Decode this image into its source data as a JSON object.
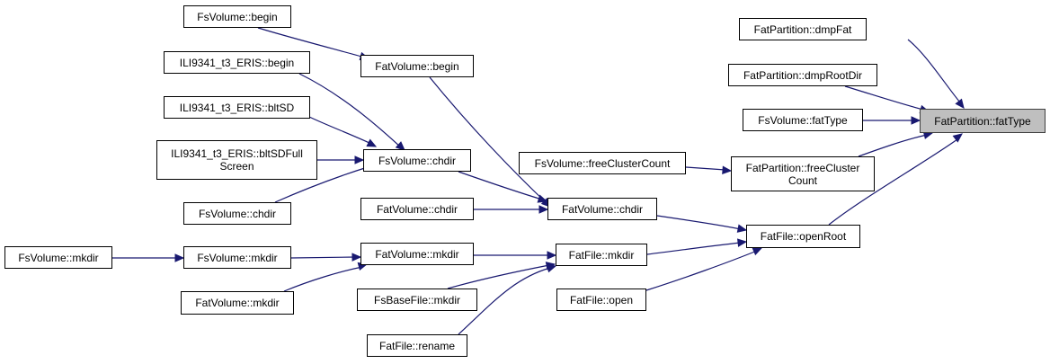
{
  "graph": {
    "edge_color": "#191970",
    "root_fill": "#bfbfbf",
    "nodes": {
      "fs_begin": "FsVolume::begin",
      "ili_begin": "ILI9341_t3_ERIS::begin",
      "ili_bltsd": "ILI9341_t3_ERIS::bltSD",
      "ili_bltsdfull": "ILI9341_t3_ERIS::bltSDFull\nScreen",
      "fs_chdir_left": "FsVolume::chdir",
      "fs_mkdir_left": "FsVolume::mkdir",
      "fs_mkdir_mid": "FsVolume::mkdir",
      "fatvol_mkdir_left": "FatVolume::mkdir",
      "fatvol_begin": "FatVolume::begin",
      "fs_chdir_mid": "FsVolume::chdir",
      "fatvol_chdir_left": "FatVolume::chdir",
      "fatvol_mkdir_mid": "FatVolume::mkdir",
      "fsbase_mkdir": "FsBaseFile::mkdir",
      "fatfile_rename": "FatFile::rename",
      "fs_freecluster": "FsVolume::freeClusterCount",
      "fatvol_chdir": "FatVolume::chdir",
      "fatfile_mkdir": "FatFile::mkdir",
      "fatfile_open": "FatFile::open",
      "fp_dmpfat": "FatPartition::dmpFat",
      "fp_dmproot": "FatPartition::dmpRootDir",
      "fs_fattype": "FsVolume::fatType",
      "fp_freecluster": "FatPartition::freeCluster\nCount",
      "fatfile_openroot": "FatFile::openRoot",
      "fp_fattype": "FatPartition::fatType"
    }
  }
}
